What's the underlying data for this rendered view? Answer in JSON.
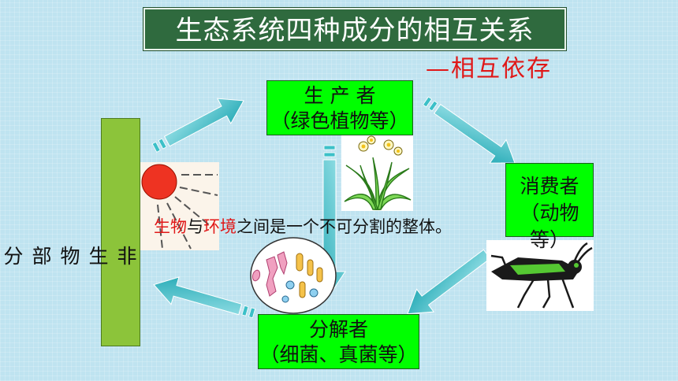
{
  "title": "生态系统四种成分的相互关系",
  "subtitle": "—相互依存",
  "nodes": {
    "producer": {
      "line1": "生 产 者",
      "line2": "（绿色植物等）"
    },
    "consumer": {
      "line1": "消费者",
      "line2": "（动物等）"
    },
    "decomposer": {
      "line1": "分解者",
      "line2": "（细菌、真菌等）"
    },
    "abiotic": {
      "chars": [
        "非",
        "生",
        "物",
        "部",
        "分"
      ]
    }
  },
  "note": {
    "part1": "生物",
    "part2": "与",
    "part3": "环境",
    "part4": "之间是一个不可分割的整体。"
  },
  "colors": {
    "background": "#bfe3f0",
    "title_bg": "#2f6a3e",
    "node_green": "#00ff00",
    "abiotic_green": "#8cc43a",
    "arrow_teal": "#3cc0c8",
    "highlight_red": "#e01818"
  },
  "icons": [
    "sun-image",
    "daffodil-plant-image",
    "grasshopper-image",
    "microbes-image",
    "arrow-shapes"
  ]
}
